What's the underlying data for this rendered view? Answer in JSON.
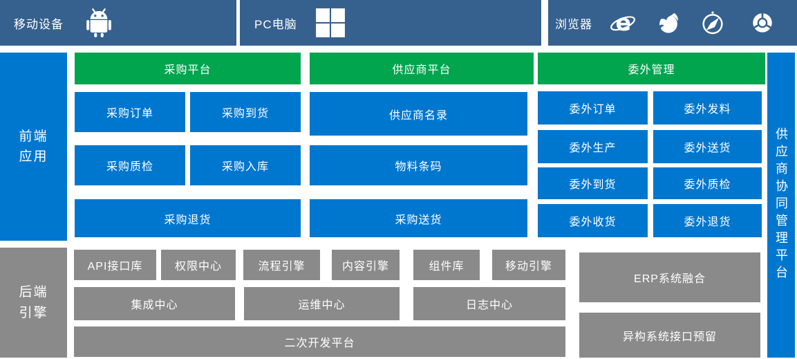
{
  "colors": {
    "topbar": "#36618F",
    "blue": "#0077CF",
    "green": "#00A54E",
    "gray": "#8A8A8A",
    "text": "#FFFFFF"
  },
  "topbar": {
    "mobile_label": "移动设备",
    "pc_label": "PC电脑",
    "browser_label": "浏览器",
    "icons": {
      "mobile": "android-icon",
      "pc": "windows-icon",
      "browsers": [
        "ie-icon",
        "firefox-icon",
        "safari-icon",
        "chrome-icon"
      ]
    }
  },
  "left_rail": {
    "frontend": {
      "line1": "前端",
      "line2": "应用"
    },
    "backend": {
      "line1": "后端",
      "line2": "引擎"
    }
  },
  "right_rail": {
    "label": "供应商协同管理平台"
  },
  "frontend": {
    "columns": [
      {
        "header": "采购平台",
        "rows": [
          [
            "采购订单",
            "采购到货"
          ],
          [
            "采购质检",
            "采购入库"
          ],
          [
            "采购退货"
          ]
        ]
      },
      {
        "header": "供应商平台",
        "rows": [
          [
            "供应商名录"
          ],
          [
            "物料条码"
          ],
          [
            "采购送货"
          ]
        ]
      },
      {
        "header": "委外管理",
        "rows": [
          [
            "委外订单",
            "委外发料"
          ],
          [
            "委外生产",
            "委外送货"
          ],
          [
            "委外到货",
            "委外质检"
          ],
          [
            "委外收货",
            "委外退货"
          ]
        ]
      }
    ]
  },
  "backend": {
    "row1": [
      "API接口库",
      "权限中心",
      "流程引擎",
      "内容引擎",
      "组件库",
      "移动引擎"
    ],
    "row2": [
      "集成中心",
      "运维中心",
      "日志中心"
    ],
    "row3": [
      "二次开发平台"
    ],
    "side": [
      "ERP系统融合",
      "异构系统接口预留"
    ]
  }
}
